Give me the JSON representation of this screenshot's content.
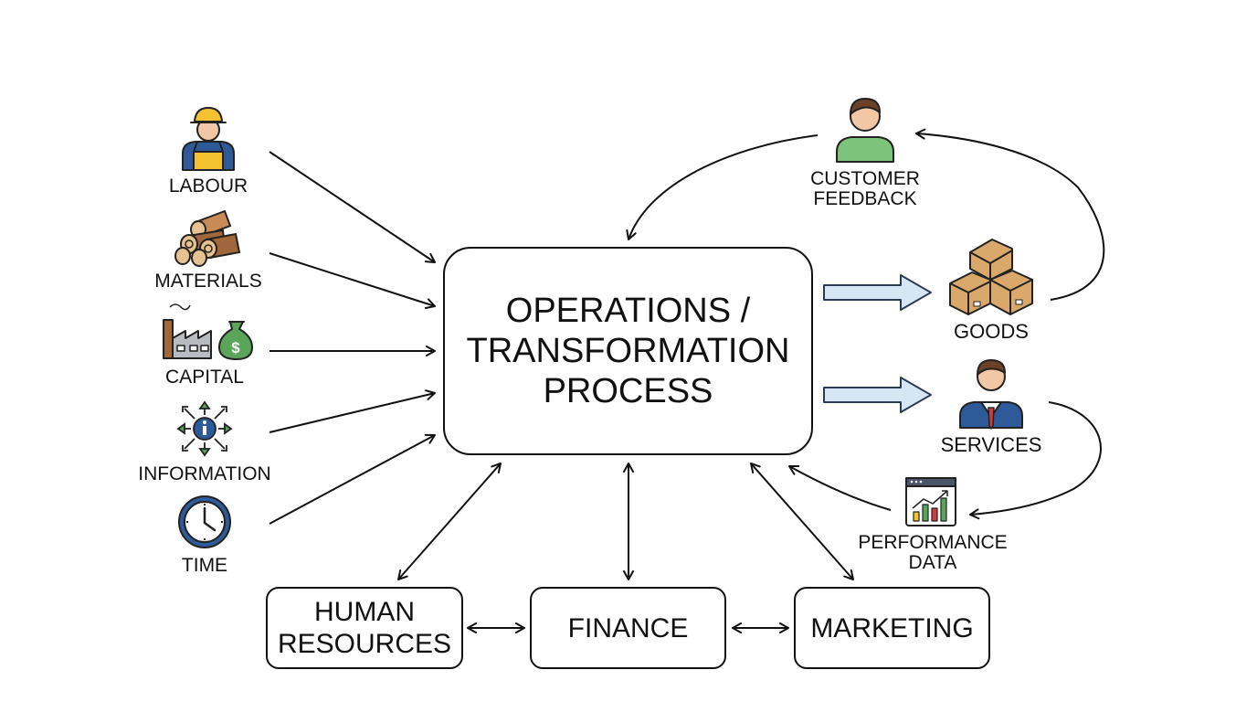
{
  "inputs": [
    {
      "id": "labour",
      "label": "LABOUR",
      "icon": "construction-worker-icon"
    },
    {
      "id": "materials",
      "label": "MATERIALS",
      "icon": "timber-logs-icon"
    },
    {
      "id": "capital",
      "label": "CAPITAL",
      "icon": "factory-and-money-bag-icon"
    },
    {
      "id": "information",
      "label": "INFORMATION",
      "icon": "information-arrows-icon"
    },
    {
      "id": "time",
      "label": "TIME",
      "icon": "clock-icon"
    }
  ],
  "center": {
    "lines": [
      "OPERATIONS /",
      "TRANSFORMATION",
      "PROCESS"
    ]
  },
  "outputs": [
    {
      "id": "goods",
      "label": "GOODS",
      "icon": "cardboard-boxes-icon"
    },
    {
      "id": "services",
      "label": "SERVICES",
      "icon": "businessman-icon"
    }
  ],
  "feedback": {
    "customer": {
      "lines": [
        "CUSTOMER",
        "FEEDBACK"
      ],
      "icon": "customer-person-icon"
    },
    "performance": {
      "lines": [
        "PERFORMANCE",
        "DATA"
      ],
      "icon": "performance-chart-icon"
    }
  },
  "departments": [
    {
      "id": "hr",
      "lines": [
        "HUMAN",
        "RESOURCES"
      ]
    },
    {
      "id": "finance",
      "lines": [
        "FINANCE"
      ]
    },
    {
      "id": "marketing",
      "lines": [
        "MARKETING"
      ]
    }
  ],
  "colors": {
    "stroke": "#111111",
    "output_arrow_fill": "#d6e6f5",
    "output_arrow_stroke": "#2b3a55",
    "money_green": "#5aa55a",
    "helmet_yellow": "#f2c230",
    "shirt_green": "#7cc47a",
    "suit_blue": "#2f5a9a",
    "box_tan": "#d9a86a",
    "wood_brown": "#a0683a"
  }
}
